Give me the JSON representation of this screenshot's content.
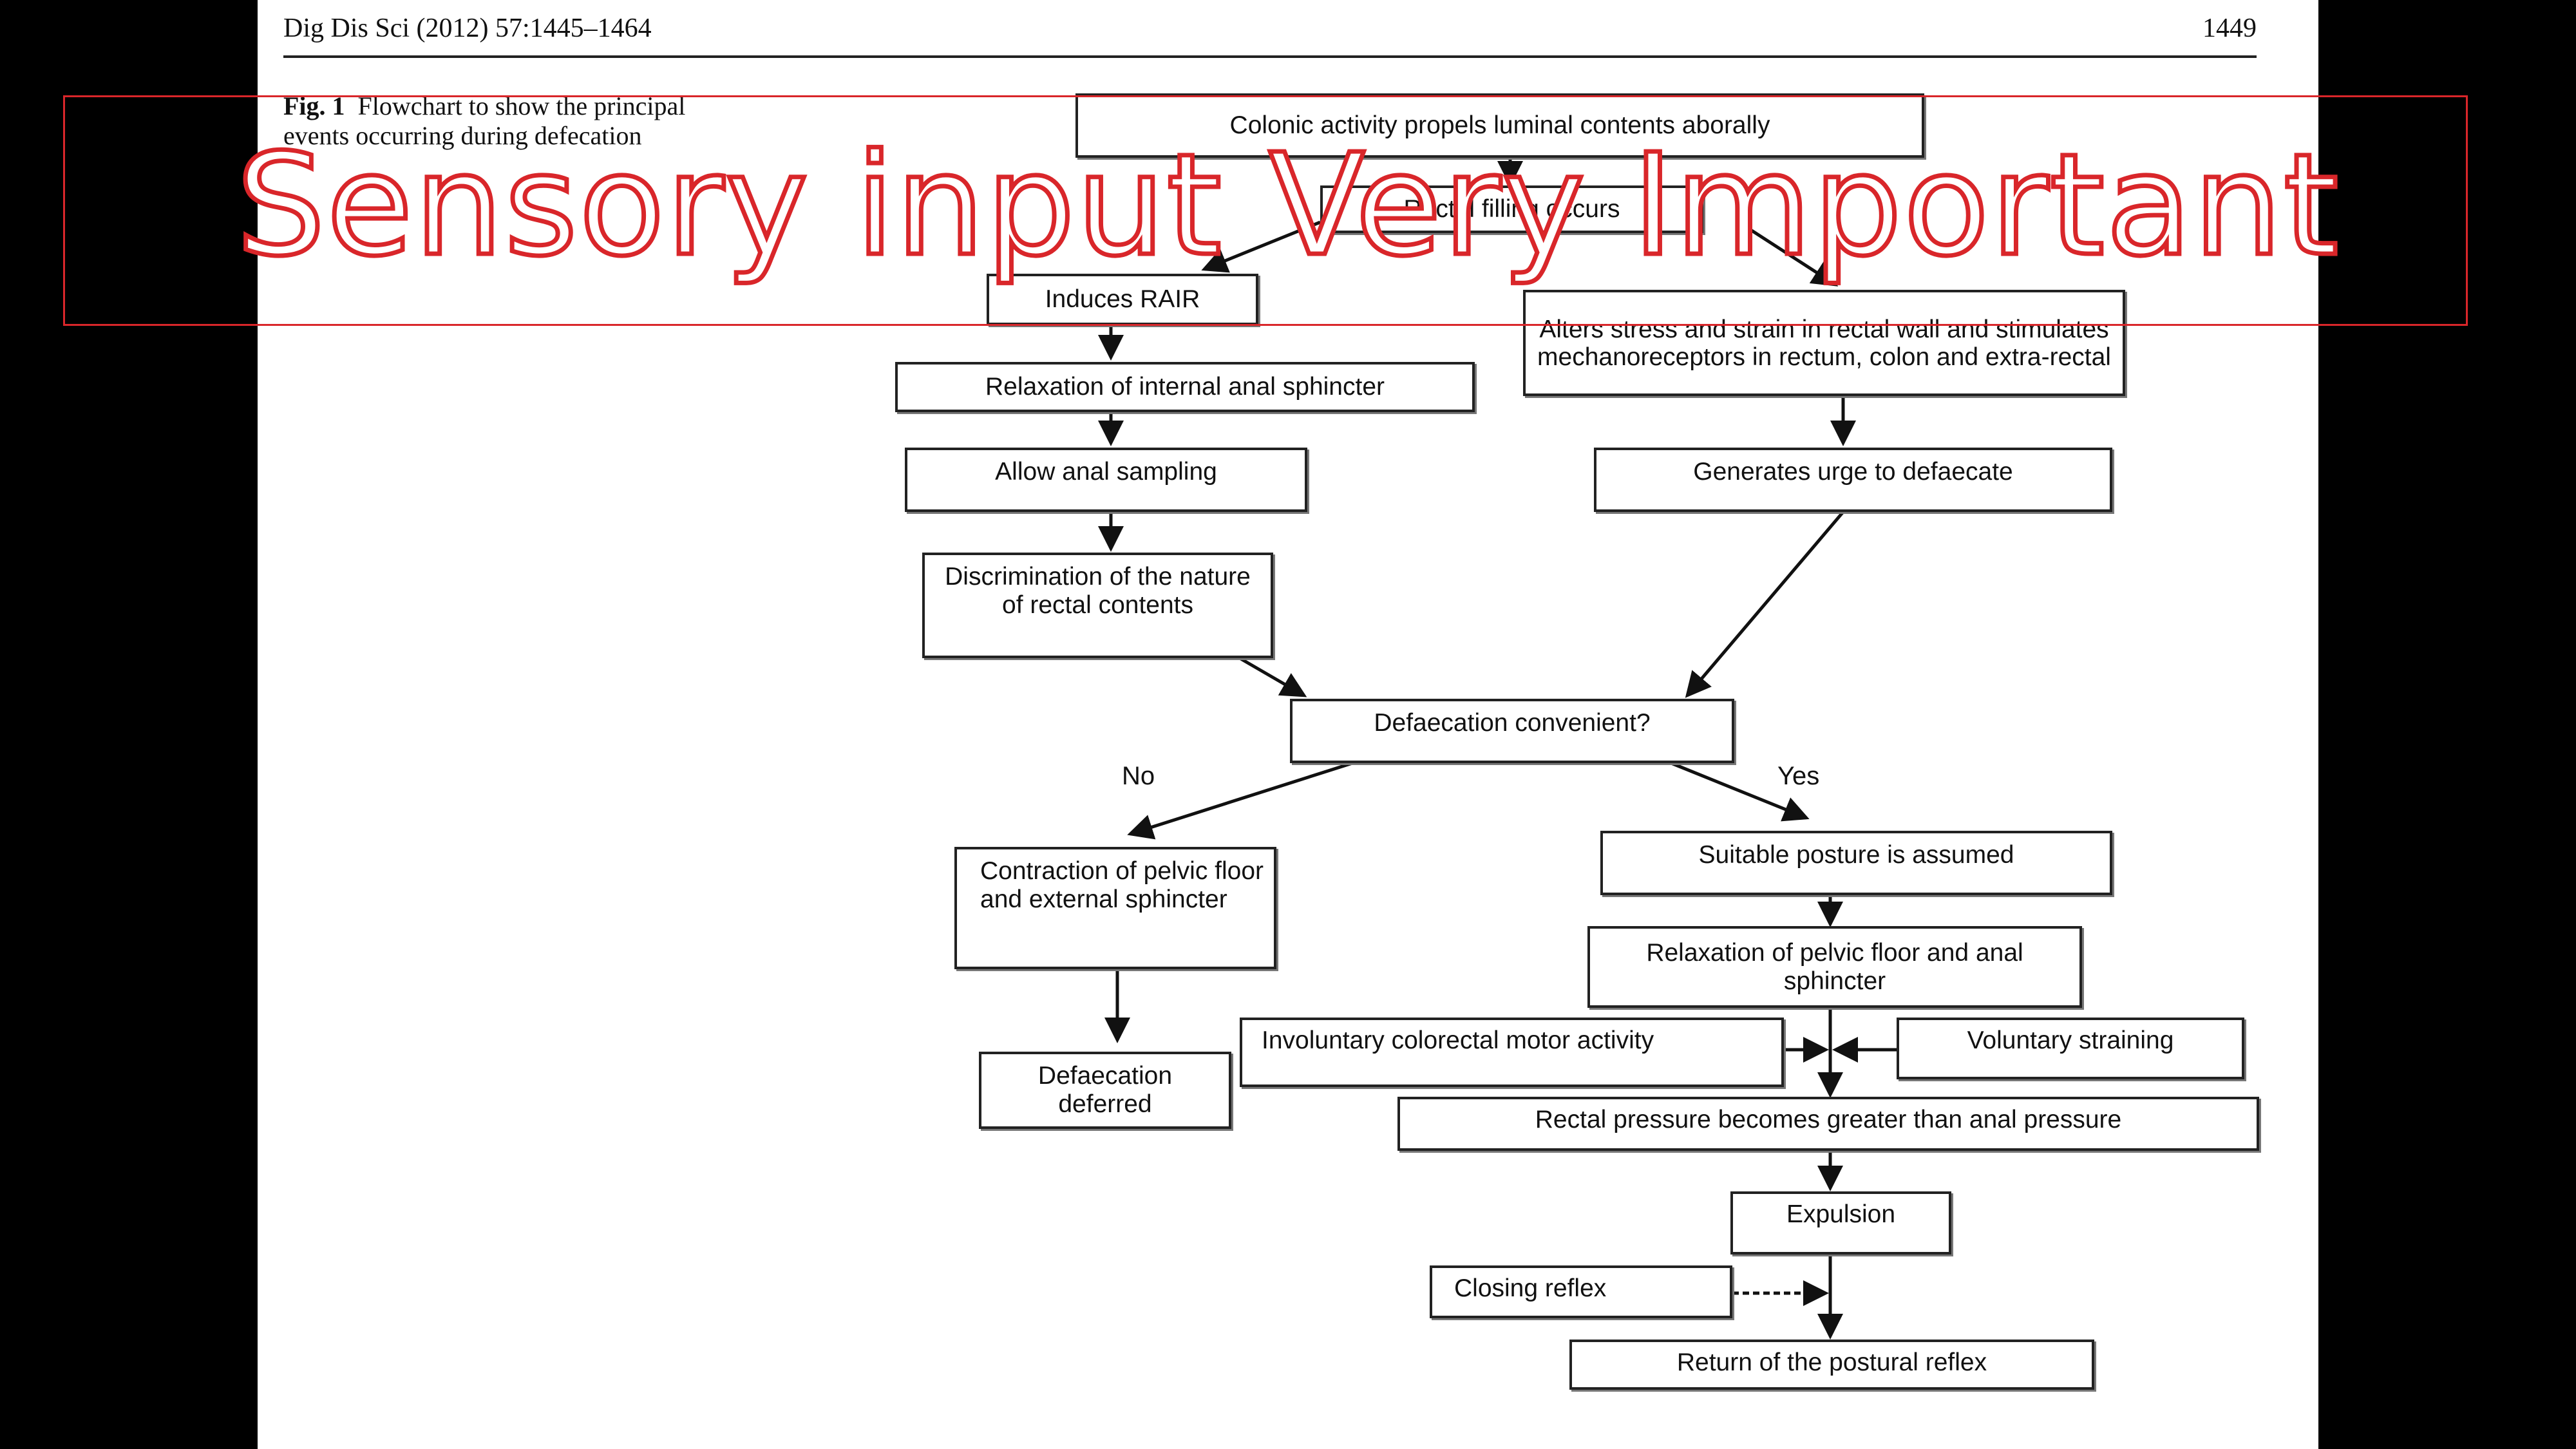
{
  "header": {
    "journal": "Dig Dis Sci (2012) 57:1445–1464",
    "page_number": "1449"
  },
  "caption": {
    "label": "Fig. 1",
    "text": "Flowchart to show the principal events occurring during defecation"
  },
  "overlay": {
    "text": "Sensory input Very Important",
    "color": "#d9262a"
  },
  "flowchart": {
    "colonic_activity": "Colonic activity propels luminal contents aborally",
    "rectal_filling": "Rectal filling occurs",
    "induces_rair": "Induces RAIR",
    "alters_stress": "Alters stress and strain in rectal wall and stimulates mechanoreceptors in rectum, colon and extra-rectal",
    "relaxation_ias": "Relaxation of internal anal sphincter",
    "allow_sampling": "Allow anal sampling",
    "generates_urge": "Generates urge to defaecate",
    "discrimination": "Discrimination of the nature of rectal contents",
    "convenient": "Defaecation convenient?",
    "no_label": "No",
    "yes_label": "Yes",
    "contraction": "Contraction of pelvic floor and external sphincter",
    "deferred": "Defaecation deferred",
    "posture": "Suitable posture is assumed",
    "relaxation_pf": "Relaxation of pelvic floor and anal sphincter",
    "involuntary": "Involuntary colorectal motor activity",
    "voluntary": "Voluntary straining",
    "rectal_pressure": "Rectal pressure becomes greater than anal pressure",
    "expulsion": "Expulsion",
    "closing_reflex": "Closing reflex",
    "postural_reflex": "Return of the postural reflex"
  }
}
